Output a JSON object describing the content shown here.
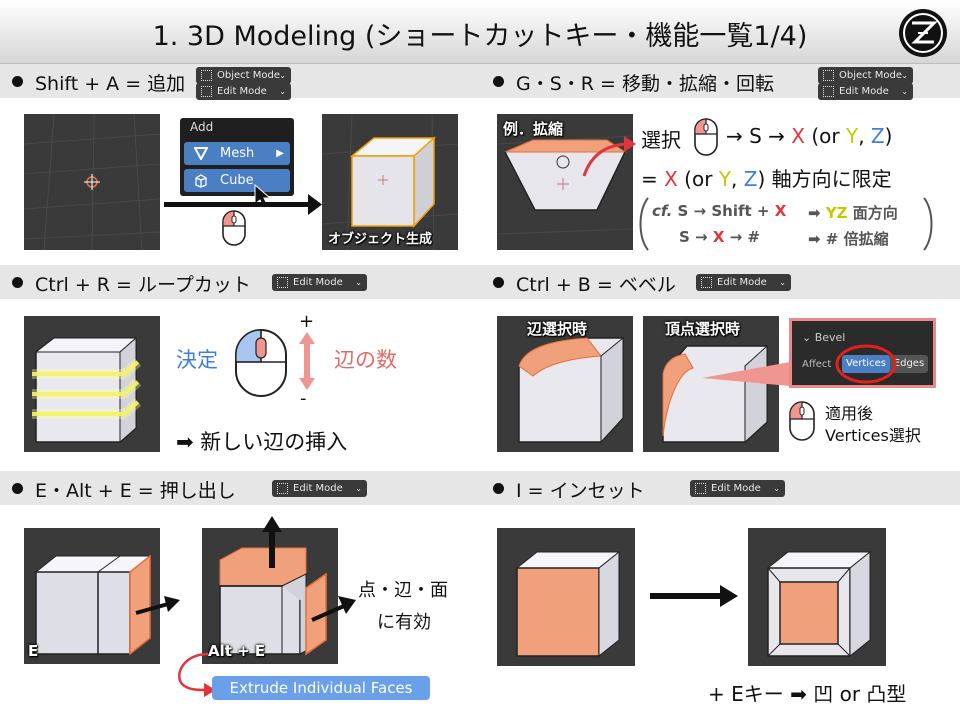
{
  "title": "1. 3D Modeling (ショートカットキー・機能一覧1/4)",
  "sections": {
    "add": {
      "title": "Shift + A = 追加",
      "menu_header": "Add",
      "menu_mesh": "Mesh",
      "menu_cube": "Cube",
      "caption": "オブジェクト生成"
    },
    "gsr": {
      "title": "G・S・R = 移動・拡縮・回転",
      "example": "例．拡縮",
      "select": "選択",
      "arrow_s": "→ S → ",
      "x": "X",
      "or_open": " (or ",
      "y": "Y",
      "comma": ", ",
      "z": "Z",
      "close": ")",
      "eq": "= ",
      "or2": " (or ",
      "axis_tail": ") 軸方向に限定",
      "cf": "cf.",
      "cf1_pre": "S → Shift + ",
      "cf1_x": "X",
      "cf1_r_arrow": "➡ ",
      "cf1_yz": "YZ",
      "cf1_r": " 面方向",
      "cf2_pre": "S → ",
      "cf2_x": "X",
      "cf2_post": " → #",
      "cf2_r": "➡ # 倍拡縮"
    },
    "loopcut": {
      "title": "Ctrl + R = ループカット",
      "decide": "決定",
      "edges": "辺の数",
      "plus": "+",
      "minus": "-",
      "insert": "➡ 新しい辺の挿入"
    },
    "bevel": {
      "title": "Ctrl + B = ベベル",
      "edge_sel": "辺選択時",
      "vert_sel": "頂点選択時",
      "panel_title": "Bevel",
      "affect": "Affect",
      "vertices": "Vertices",
      "edges_btn": "Edges",
      "after": "適用後",
      "vert_select": "Vertices選択"
    },
    "extrude": {
      "title": "E・Alt + E = 押し出し",
      "label_e": "E",
      "label_alt": "Alt + E",
      "applies_1": "点・辺・面",
      "applies_2": "に有効",
      "pill": "Extrude Individual Faces"
    },
    "inset": {
      "title": "I = インセット",
      "result": "+ Eキー ➡ 凹 or 凸型"
    }
  },
  "modes": {
    "object": "Object Mode",
    "edit": "Edit Mode"
  },
  "colors": {
    "accent_red": "#e2343c",
    "accent_blue": "#3f7fdc",
    "accent_yellow": "#c8c800",
    "orange_face": "#f0a07a",
    "panel_blue": "#6aa0ea"
  },
  "icons": [
    "mouse-left-click-icon",
    "mouse-wheel-icon",
    "cube-icon",
    "mesh-icon",
    "cursor-icon",
    "logo-icon"
  ]
}
